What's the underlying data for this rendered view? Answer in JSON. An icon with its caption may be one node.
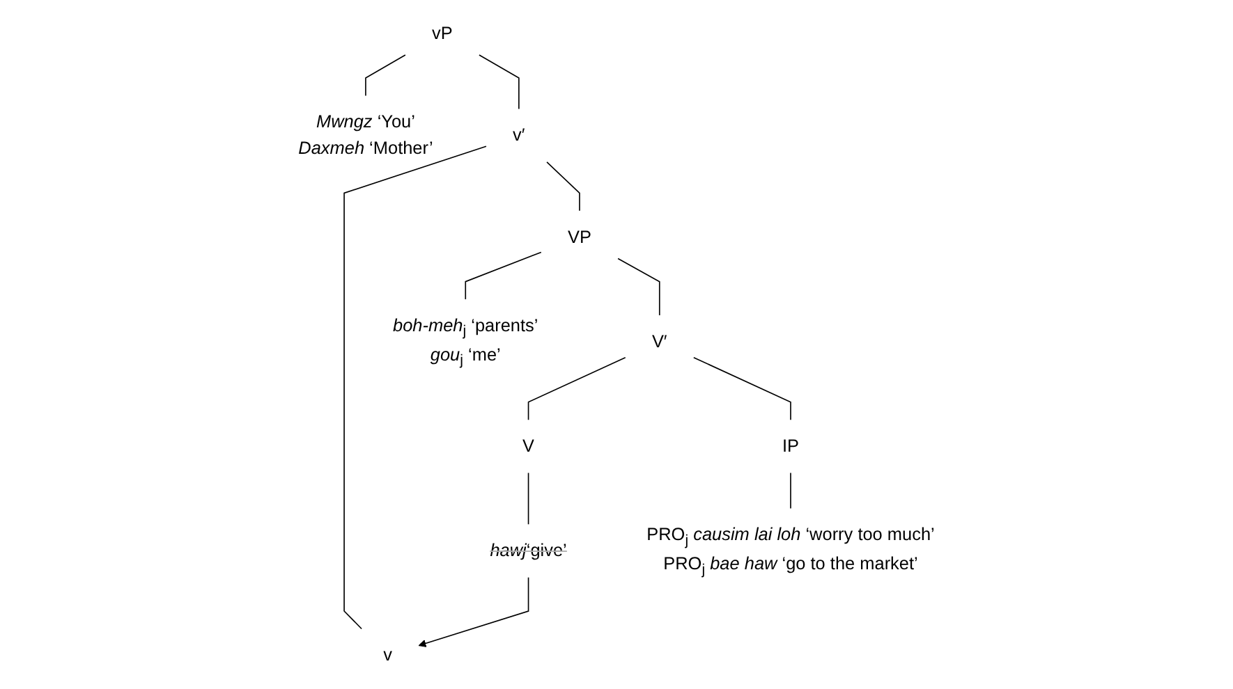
{
  "diagram": {
    "nodes": [
      {
        "text": [
          "vP"
        ]
      },
      {
        "text": [
          "*Mwngz* ‘You’",
          "*Daxmeh* ‘Mother’"
        ]
      },
      {
        "text": [
          "v′"
        ]
      },
      {
        "text": [
          "v"
        ]
      },
      {
        "text": [
          "VP"
        ]
      },
      {
        "text": [
          "*boh-meh*$_{j}$ ‘parents’",
          "*gou*$_{j}$ ‘me’"
        ]
      },
      {
        "text": [
          "V′"
        ]
      },
      {
        "text": [
          "V"
        ]
      },
      {
        "text": [
          "IP"
        ]
      },
      {
        "text": [
          "*hawj*‘give’"
        ]
      },
      {
        "text": [
          "PRO$_{j}$ *causim lai loh* ‘worry too much’",
          "PRO$_{j}$ *bae haw* ‘go to the market’"
        ]
      }
    ],
    "edges": [
      {
        "from": 0,
        "to": 1,
        "arrow": "none"
      },
      {
        "from": 0,
        "to": 2,
        "arrow": "none"
      },
      {
        "from": 2,
        "to": 3,
        "arrow": "none"
      },
      {
        "from": 2,
        "to": 4,
        "arrow": "none"
      },
      {
        "from": 4,
        "to": 5,
        "arrow": "none"
      },
      {
        "from": 4,
        "to": 6,
        "arrow": "none"
      },
      {
        "from": 6,
        "to": 7,
        "arrow": "none"
      },
      {
        "from": 6,
        "to": 8,
        "arrow": "none"
      },
      {
        "from": 7,
        "to": 9,
        "arrow": "none"
      },
      {
        "from": 8,
        "to": 10,
        "arrow": "none"
      },
      {
        "from": 9,
        "to": 3,
        "arrow": "to"
      }
    ]
  }
}
